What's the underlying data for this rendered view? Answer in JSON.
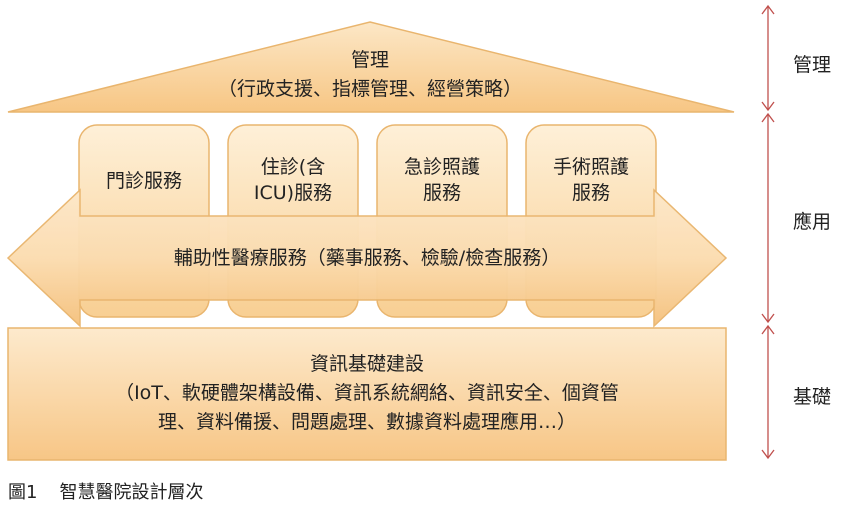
{
  "roof": {
    "line1": "管理",
    "line2": "（行政支援、指標管理、經營策略）"
  },
  "services": [
    {
      "line1": "門診服務",
      "line2": ""
    },
    {
      "line1": "住診(含",
      "line2": "ICU)服務"
    },
    {
      "line1": "急診照護",
      "line2": "服務"
    },
    {
      "line1": "手術照護",
      "line2": "服務"
    }
  ],
  "arrow": {
    "text": "輔助性醫療服務（藥事服務、檢驗/檢查服務）"
  },
  "foundation": {
    "line1": "資訊基礎建設",
    "line2": "（IoT、軟硬體架構設備、資訊系統網絡、資訊安全、個資管",
    "line3": "理、資料備援、問題處理、數據資料處理應用…）"
  },
  "side_labels": {
    "top": "管理",
    "middle": "應用",
    "bottom": "基礎"
  },
  "caption": {
    "number": "圖1",
    "title": "智慧醫院設計層次"
  },
  "colors": {
    "fill_light": "#fde4bf",
    "fill_dark": "#f6c37e",
    "stroke": "#e8b46c",
    "arrow": "#c0504d"
  }
}
